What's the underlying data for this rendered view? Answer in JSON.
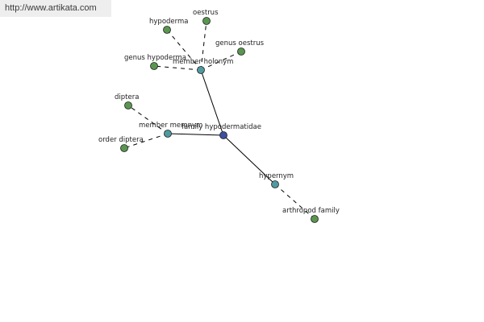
{
  "site_url": "http://www.artikata.com",
  "colors": {
    "leaf_node": "#5a9650",
    "relation_node": "#4f9aa0",
    "root_node": "#3d4f9e",
    "edge": "#000000",
    "node_stroke": "#1f1f1f"
  },
  "graph": {
    "nodes": [
      {
        "id": "root",
        "label": "family hypodermatidae",
        "kind": "root"
      },
      {
        "id": "member_holonym",
        "label": "member holonym",
        "kind": "relation"
      },
      {
        "id": "member_meronym",
        "label": "member meronym",
        "kind": "relation"
      },
      {
        "id": "hypernym",
        "label": "hypernym",
        "kind": "relation"
      },
      {
        "id": "hypoderma",
        "label": "hypoderma",
        "kind": "leaf"
      },
      {
        "id": "oestrus",
        "label": "oestrus",
        "kind": "leaf"
      },
      {
        "id": "genus_oestrus",
        "label": "genus oestrus",
        "kind": "leaf"
      },
      {
        "id": "genus_hypoderma",
        "label": "genus hypoderma",
        "kind": "leaf"
      },
      {
        "id": "diptera",
        "label": "diptera",
        "kind": "leaf"
      },
      {
        "id": "order_diptera",
        "label": "order diptera",
        "kind": "leaf"
      },
      {
        "id": "arthropod_family",
        "label": "arthropod family",
        "kind": "leaf"
      }
    ],
    "edges": [
      {
        "from": "root",
        "to": "member_holonym",
        "style": "solid"
      },
      {
        "from": "root",
        "to": "member_meronym",
        "style": "solid"
      },
      {
        "from": "root",
        "to": "hypernym",
        "style": "solid"
      },
      {
        "from": "member_holonym",
        "to": "hypoderma",
        "style": "dashed"
      },
      {
        "from": "member_holonym",
        "to": "oestrus",
        "style": "dashed"
      },
      {
        "from": "member_holonym",
        "to": "genus_oestrus",
        "style": "dashed"
      },
      {
        "from": "member_holonym",
        "to": "genus_hypoderma",
        "style": "dashed"
      },
      {
        "from": "member_meronym",
        "to": "diptera",
        "style": "dashed"
      },
      {
        "from": "member_meronym",
        "to": "order_diptera",
        "style": "dashed"
      },
      {
        "from": "hypernym",
        "to": "arthropod_family",
        "style": "dashed"
      }
    ]
  }
}
